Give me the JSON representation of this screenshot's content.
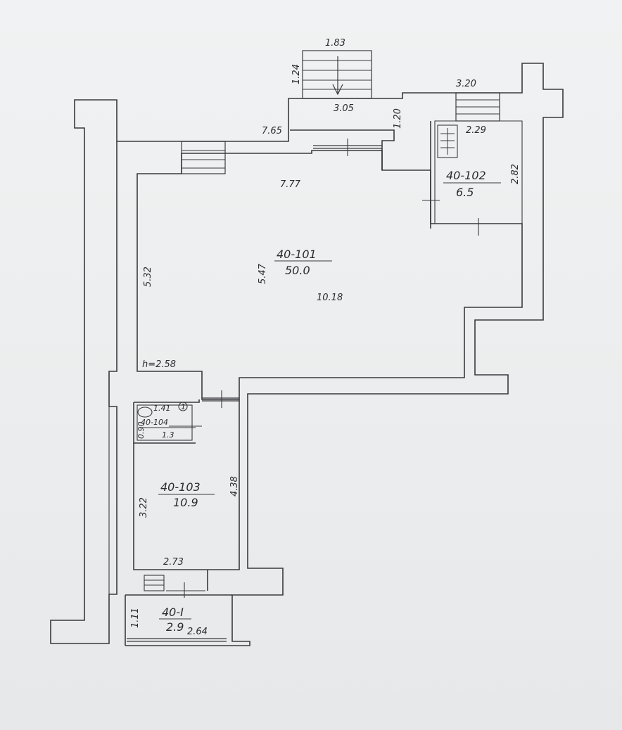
{
  "rooms": {
    "r101": {
      "id": "40-101",
      "area": "50.0"
    },
    "r102": {
      "id": "40-102",
      "area": "6.5"
    },
    "r103": {
      "id": "40-103",
      "area": "10.9"
    },
    "r104": {
      "id": "40-104",
      "area": "1.3"
    },
    "r1": {
      "id": "40-I",
      "area": "2.9"
    }
  },
  "dimensions": {
    "stair_top_width": "1.83",
    "stair_top_depth": "1.24",
    "vestibule_width": "3.05",
    "vestibule_depth": "1.20",
    "stair_right_width": "3.20",
    "wall_top_left": "7.65",
    "hall_top": "7.77",
    "kitchen_top": "2.29",
    "kitchen_side": "2.82",
    "hall_left": "5.32",
    "hall_mid": "5.47",
    "hall_length": "10.18",
    "ceiling_height": "h=2.58",
    "wc_width": "1.41",
    "wc_depth": "0.90",
    "wc_mark": "1",
    "room103_left": "3.22",
    "room103_right": "4.38",
    "room103_bottom": "2.73",
    "entry_left": "1.11",
    "entry_bottom": "2.64"
  }
}
